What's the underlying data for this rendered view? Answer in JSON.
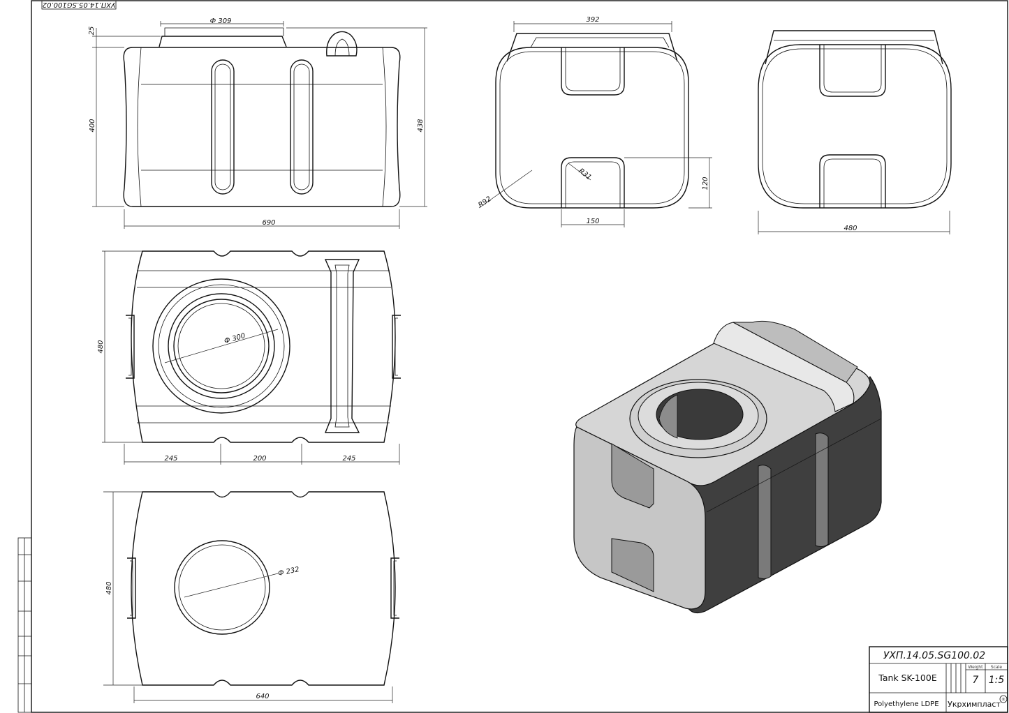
{
  "drawing": {
    "corner_code": "УХП.14.05.SG100.02"
  },
  "views": {
    "front": {
      "dim_top_diameter": "Ф 309",
      "dim_top_offset": "25",
      "dim_height_left": "400",
      "dim_height_right": "438",
      "dim_length": "690"
    },
    "side_left": {
      "dim_width": "392",
      "dim_radius_outer": "R92",
      "dim_radius_inner": "R31",
      "dim_notch_height": "120",
      "dim_notch_width": "150"
    },
    "side_right": {
      "dim_width": "480"
    },
    "top": {
      "dim_diameter": "Ф 300",
      "dim_height": "480",
      "dim_seg_1": "245",
      "dim_seg_2": "200",
      "dim_seg_3": "245"
    },
    "bottom": {
      "dim_diameter": "Ф 232",
      "dim_height": "480",
      "dim_length": "640"
    }
  },
  "title_block": {
    "code": "УХП.14.05.SG100.02",
    "name": "Tank SK-100E",
    "weight_label": "Weight",
    "scale_label": "Scale",
    "weight": "7",
    "scale": "1:5",
    "material": "Polyethylene LDPE",
    "brand": "Укрхимпласт",
    "brand_mark": "®"
  }
}
